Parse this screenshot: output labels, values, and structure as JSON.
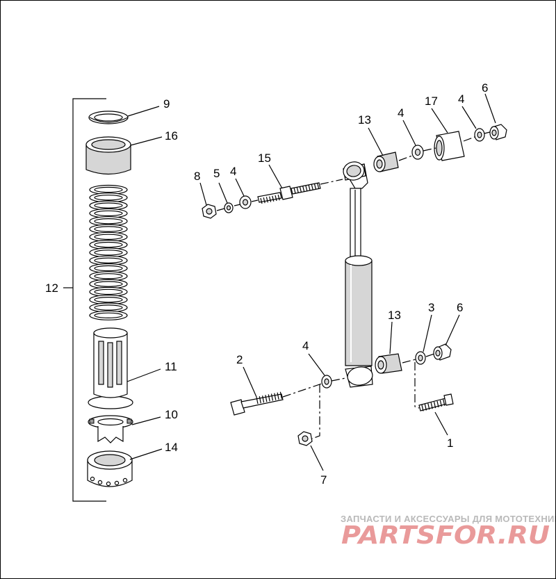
{
  "diagram": {
    "callouts": [
      "9",
      "16",
      "12",
      "11",
      "10",
      "14",
      "8",
      "5",
      "4",
      "15",
      "13",
      "4",
      "17",
      "4",
      "6",
      "2",
      "4",
      "13",
      "3",
      "6",
      "1",
      "7"
    ]
  },
  "watermark": {
    "caption": "ЗАПЧАСТИ И АКСЕССУАРЫ ДЛЯ МОТОТЕХНИКИ",
    "logo": "PARTSFOR.RU"
  },
  "colors": {
    "line": "#000000",
    "part_shade": "#d6d6d6",
    "watermark_caption": "#b9b9b9",
    "watermark_logo": "#e99a9a"
  }
}
